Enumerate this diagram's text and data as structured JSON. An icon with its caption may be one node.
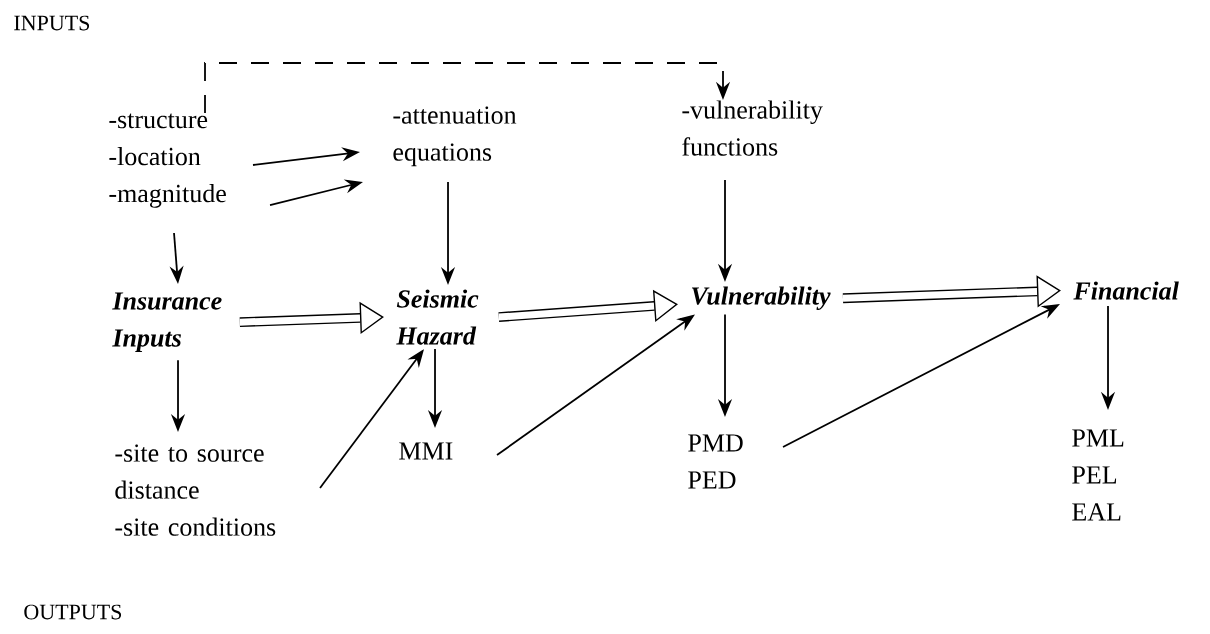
{
  "diagram": {
    "nodes": [
      {
        "text": [
          "-structure",
          "-location",
          "-magnitude"
        ]
      },
      {
        "text": [
          "-attenuation equations"
        ]
      },
      {
        "text": [
          "-vulnerability functions"
        ]
      },
      {
        "text": [
          "Insurance Inputs"
        ]
      },
      {
        "text": [
          "Seismic Hazard"
        ]
      },
      {
        "text": [
          "Vulnerability"
        ]
      },
      {
        "text": [
          "Financial"
        ]
      },
      {
        "text": [
          "-site to source distance",
          "-site conditions"
        ]
      },
      {
        "text": [
          "MMI"
        ]
      },
      {
        "text": [
          "PMD",
          "PED"
        ]
      },
      {
        "text": [
          "PML",
          "PEL",
          "EAL"
        ]
      }
    ],
    "edges": [
      {
        "from": 0,
        "to": 2,
        "arrow": "to",
        "style": "dashed"
      },
      {
        "from": 0,
        "to": 1,
        "arrow": "to"
      },
      {
        "from": 0,
        "to": 1,
        "arrow": "to"
      },
      {
        "from": 0,
        "to": 3,
        "arrow": "to"
      },
      {
        "from": 1,
        "to": 4,
        "arrow": "to"
      },
      {
        "from": 2,
        "to": 5,
        "arrow": "to"
      },
      {
        "from": 3,
        "to": 4,
        "arrow": "to",
        "style": "thick"
      },
      {
        "from": 4,
        "to": 5,
        "arrow": "to",
        "style": "thick"
      },
      {
        "from": 5,
        "to": 6,
        "arrow": "to",
        "style": "thick"
      },
      {
        "from": 3,
        "to": 7,
        "arrow": "to"
      },
      {
        "from": 7,
        "to": 4,
        "arrow": "to"
      },
      {
        "from": 4,
        "to": 8,
        "arrow": "to"
      },
      {
        "from": 8,
        "to": 5,
        "arrow": "to"
      },
      {
        "from": 5,
        "to": 9,
        "arrow": "to"
      },
      {
        "from": 9,
        "to": 6,
        "arrow": "to"
      },
      {
        "from": 6,
        "to": 10,
        "arrow": "to"
      }
    ],
    "labels": [
      "INPUTS",
      "OUTPUTS"
    ]
  }
}
